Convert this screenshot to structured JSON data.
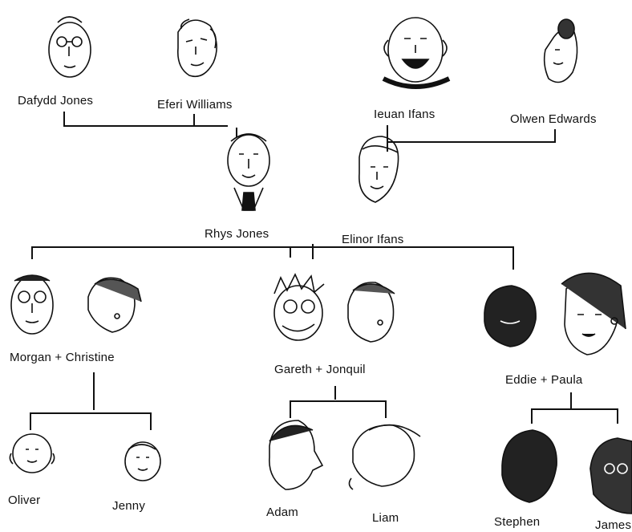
{
  "colors": {
    "ink": "#111111",
    "paper": "#ffffff"
  },
  "grandparents_left": [
    {
      "name": "Dafydd Jones",
      "icon": "bald-man-glasses-face-icon"
    },
    {
      "name": "Eferi Williams",
      "icon": "older-woman-face-icon"
    }
  ],
  "grandparents_right": [
    {
      "name": "Ieuan Ifans",
      "icon": "laughing-man-face-icon"
    },
    {
      "name": "Olwen Edwards",
      "icon": "woman-bun-face-icon"
    }
  ],
  "parents": [
    {
      "name": "Rhys Jones",
      "icon": "man-tie-face-icon"
    },
    {
      "name": "Elinor Ifans",
      "icon": "woman-face-icon"
    }
  ],
  "couples": [
    {
      "label": "Morgan + Christine",
      "icons": [
        "man-glasses-face-icon",
        "woman-side-face-icon"
      ]
    },
    {
      "label": "Gareth + Jonquil",
      "icons": [
        "spiky-hair-man-face-icon",
        "woman-side-face-icon"
      ]
    },
    {
      "label": "Eddie + Paula",
      "icons": [
        "dark-man-face-icon",
        "woman-earrings-face-icon"
      ]
    }
  ],
  "children": [
    {
      "name": "Oliver",
      "icon": "baby-face-icon"
    },
    {
      "name": "Jenny",
      "icon": "baby-face-icon"
    },
    {
      "name": "Adam",
      "icon": "boy-profile-face-icon"
    },
    {
      "name": "Liam",
      "icon": "boy-profile-face-icon"
    },
    {
      "name": "Stephen",
      "icon": "dark-boy-face-icon"
    },
    {
      "name": "James",
      "icon": "dark-boy-face-icon"
    }
  ]
}
